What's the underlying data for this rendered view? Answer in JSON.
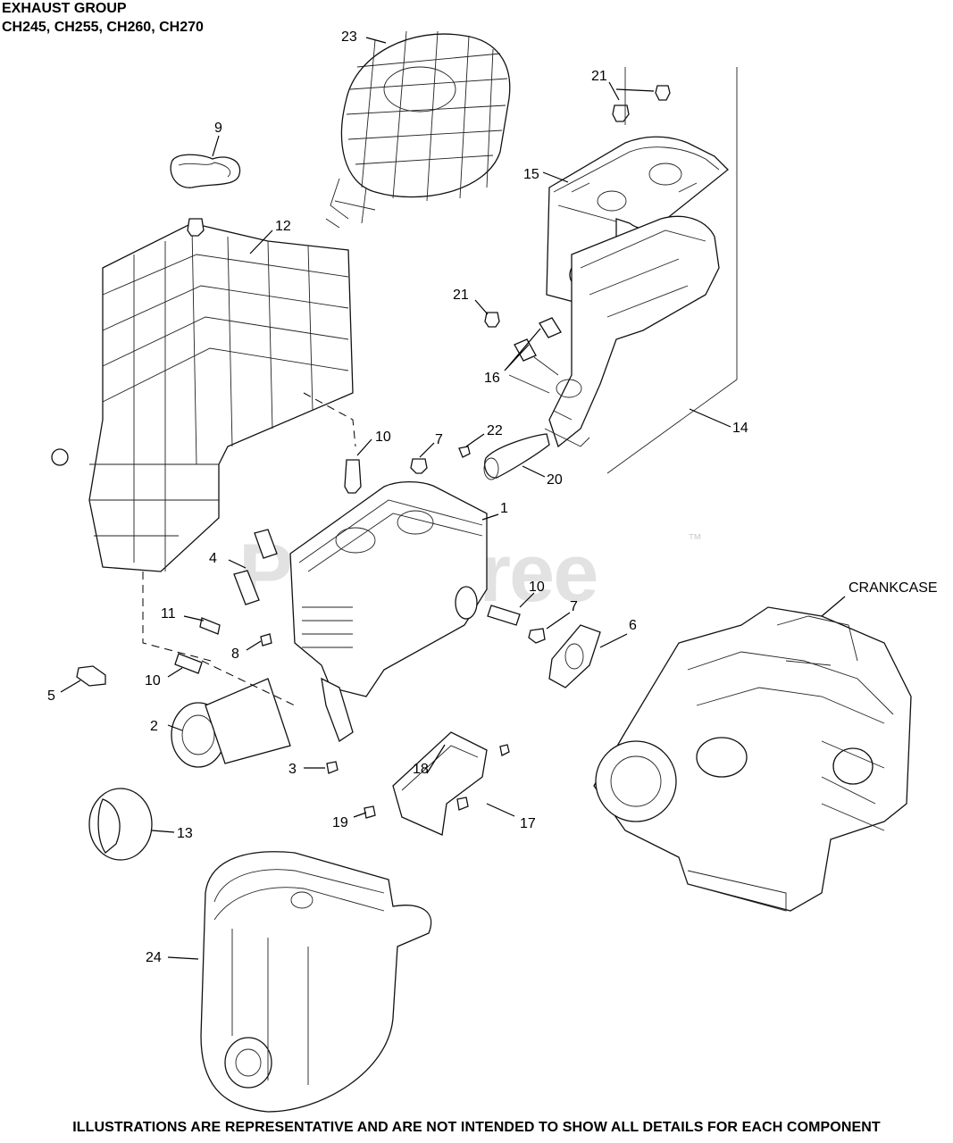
{
  "header": {
    "title": "EXHAUST GROUP",
    "models": "CH245, CH255, CH260, CH270"
  },
  "footer": "ILLUSTRATIONS ARE REPRESENTATIVE AND ARE NOT INTENDED TO SHOW ALL DETAILS FOR EACH COMPONENT",
  "watermark": {
    "text": "PartsTree",
    "mark": "™"
  },
  "callouts": {
    "c1": "1",
    "c2": "2",
    "c3": "3",
    "c4": "4",
    "c5": "5",
    "c6": "6",
    "c7a": "7",
    "c7b": "7",
    "c8": "8",
    "c9": "9",
    "c10a": "10",
    "c10b": "10",
    "c10c": "10",
    "c11": "11",
    "c12": "12",
    "c13": "13",
    "c14": "14",
    "c15": "15",
    "c16": "16",
    "c17": "17",
    "c18": "18",
    "c19": "19",
    "c20": "20",
    "c21a": "21",
    "c21b": "21",
    "c22": "22",
    "c23": "23",
    "c24": "24",
    "crankcase": "CRANKCASE"
  },
  "colors": {
    "line": "#000000",
    "watermark": "#d9d9d9"
  }
}
